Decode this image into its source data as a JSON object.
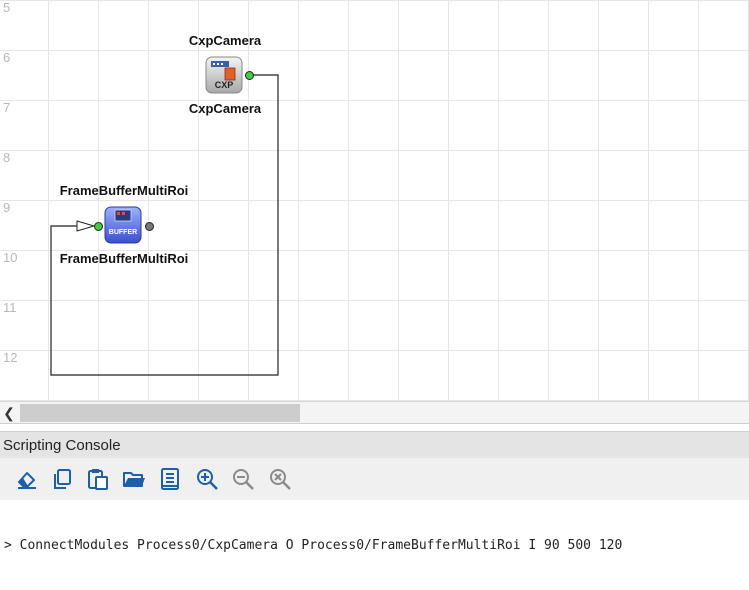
{
  "canvas": {
    "row_numbers": [
      "5",
      "6",
      "7",
      "8",
      "9",
      "10",
      "11",
      "12"
    ],
    "modules": [
      {
        "name": "CxpCamera",
        "top_label": "CxpCamera",
        "bottom_label": "CxpCamera",
        "icon_text": "CXP",
        "icon": "cxp-camera-icon"
      },
      {
        "name": "FrameBufferMultiRoi",
        "top_label": "FrameBufferMultiRoi",
        "bottom_label": "FrameBufferMultiRoi",
        "icon_text": "BUFFER",
        "icon": "frame-buffer-icon"
      }
    ]
  },
  "console": {
    "title": "Scripting Console",
    "prompt": ">",
    "command": "ConnectModules Process0/CxpCamera O Process0/FrameBufferMultiRoi I 90 500 120",
    "toolbar": [
      {
        "name": "clear-console-button",
        "icon": "eraser-icon"
      },
      {
        "name": "copy-button",
        "icon": "copy-icon"
      },
      {
        "name": "paste-button",
        "icon": "paste-icon"
      },
      {
        "name": "open-file-button",
        "icon": "folder-open-icon"
      },
      {
        "name": "script-button",
        "icon": "script-icon"
      },
      {
        "name": "zoom-in-button",
        "icon": "zoom-in-icon"
      },
      {
        "name": "zoom-out-button",
        "icon": "zoom-out-icon"
      },
      {
        "name": "zoom-reset-button",
        "icon": "zoom-reset-icon"
      }
    ]
  },
  "colors": {
    "accent": "#1f5fa8",
    "port_out": "#44cc44",
    "port_in": "#777777"
  }
}
